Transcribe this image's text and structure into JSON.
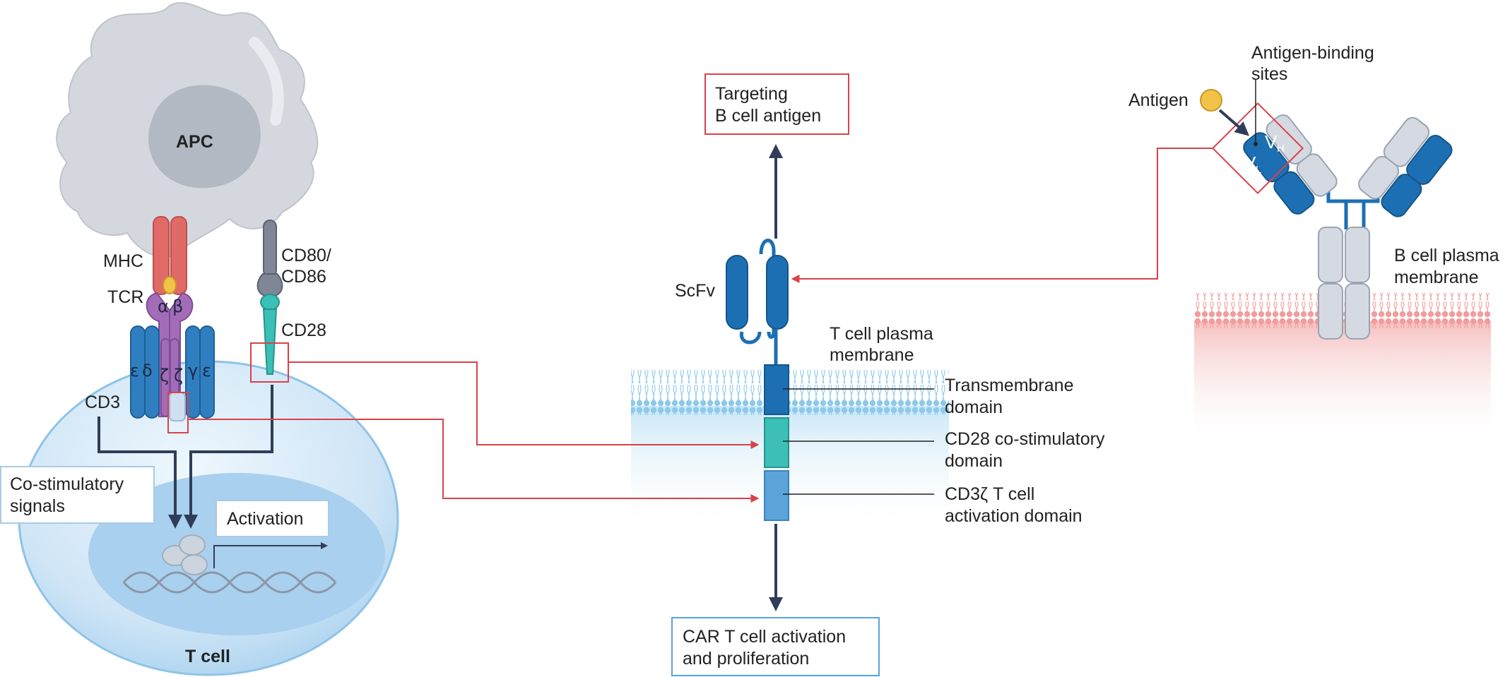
{
  "labels": {
    "apc": "APC",
    "mhc": "MHC",
    "tcr": "TCR",
    "alpha": "α",
    "beta": "β",
    "cd80_line1": "CD80/",
    "cd80_line2": "CD86",
    "cd28": "CD28",
    "cd3": "CD3",
    "epsilon_left": "ε",
    "delta": "δ",
    "zeta1": "ζ",
    "zeta2": "ζ",
    "gamma": "γ",
    "epsilon_right": "ε",
    "costim_line1": "Co-stimulatory",
    "costim_line2": "signals",
    "activation": "Activation",
    "tcell": "T cell",
    "targeting_line1": "Targeting",
    "targeting_line2": "B cell antigen",
    "scfv": "ScFv",
    "tmem_line1": "T cell plasma",
    "tmem_line2": "membrane",
    "transmembrane_line1": "Transmembrane",
    "transmembrane_line2": "domain",
    "cd28dom_line1": "CD28 co-stimulatory",
    "cd28dom_line2": "domain",
    "cd3dom_line1": "CD3ζ T cell",
    "cd3dom_line2": "activation domain",
    "car_line1": "CAR T cell activation",
    "car_line2": "and proliferation",
    "antigen": "Antigen",
    "abs_line1": "Antigen-binding",
    "abs_line2": "sites",
    "vh": "V",
    "vh_sub": "H",
    "vl": "V",
    "vl_sub": "L",
    "bmem_line1": "B cell plasma",
    "bmem_line2": "membrane"
  },
  "colors": {
    "connector_red": "#d9424a",
    "arrow_navy": "#2f3d5a",
    "receptor_blue": "#1d6fb3",
    "cd28_teal": "#3bbfb6",
    "mhc_red": "#e06a66",
    "tcr_purple": "#a36cb8",
    "apc_grey": "#cfd3da",
    "tcell_blue": "#cfe5f6",
    "membrane_pink": "#f3a6a6"
  }
}
